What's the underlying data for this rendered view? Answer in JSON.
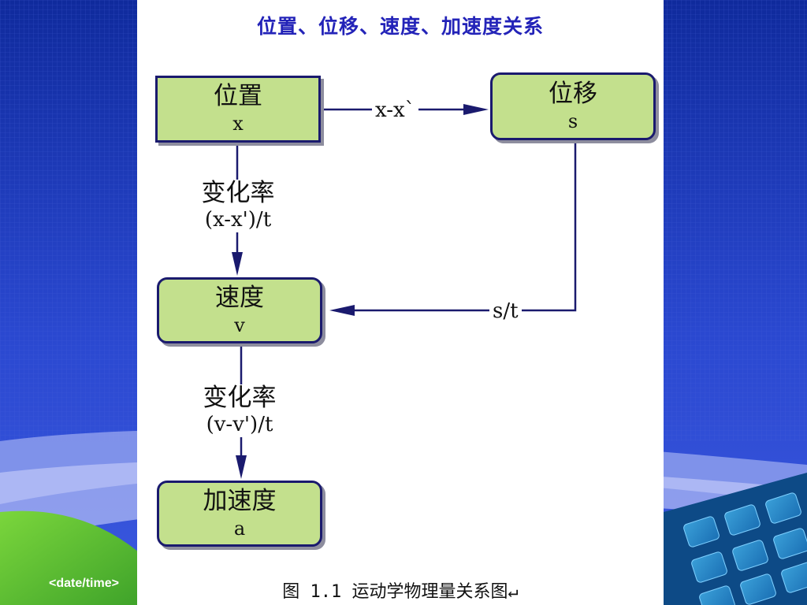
{
  "slide": {
    "title": "位置、位移、速度、加速度关系",
    "footer_date": "<date/time>"
  },
  "diagram": {
    "nodes": [
      {
        "id": "position",
        "name": "位置",
        "symbol": "x"
      },
      {
        "id": "displacement",
        "name": "位移",
        "symbol": "s"
      },
      {
        "id": "velocity",
        "name": "速度",
        "symbol": "v"
      },
      {
        "id": "acceleration",
        "name": "加速度",
        "symbol": "a"
      }
    ],
    "edges": [
      {
        "from": "position",
        "to": "displacement",
        "label": "x-x`"
      },
      {
        "from": "position",
        "to": "velocity",
        "label": "变化率",
        "formula": "(x-x')/t"
      },
      {
        "from": "displacement",
        "to": "velocity",
        "label": "s/t"
      },
      {
        "from": "velocity",
        "to": "acceleration",
        "label": "变化率",
        "formula": "(v-v')/t"
      }
    ],
    "caption": "图 1.1 运动学物理量关系图↵"
  },
  "colors": {
    "node_fill": "#c3e08d",
    "node_border": "#1a1a6e",
    "arrow": "#1a1a6e",
    "title": "#2323b8",
    "background_blue": "#1f3fc4",
    "background_green": "#5fc23a"
  }
}
